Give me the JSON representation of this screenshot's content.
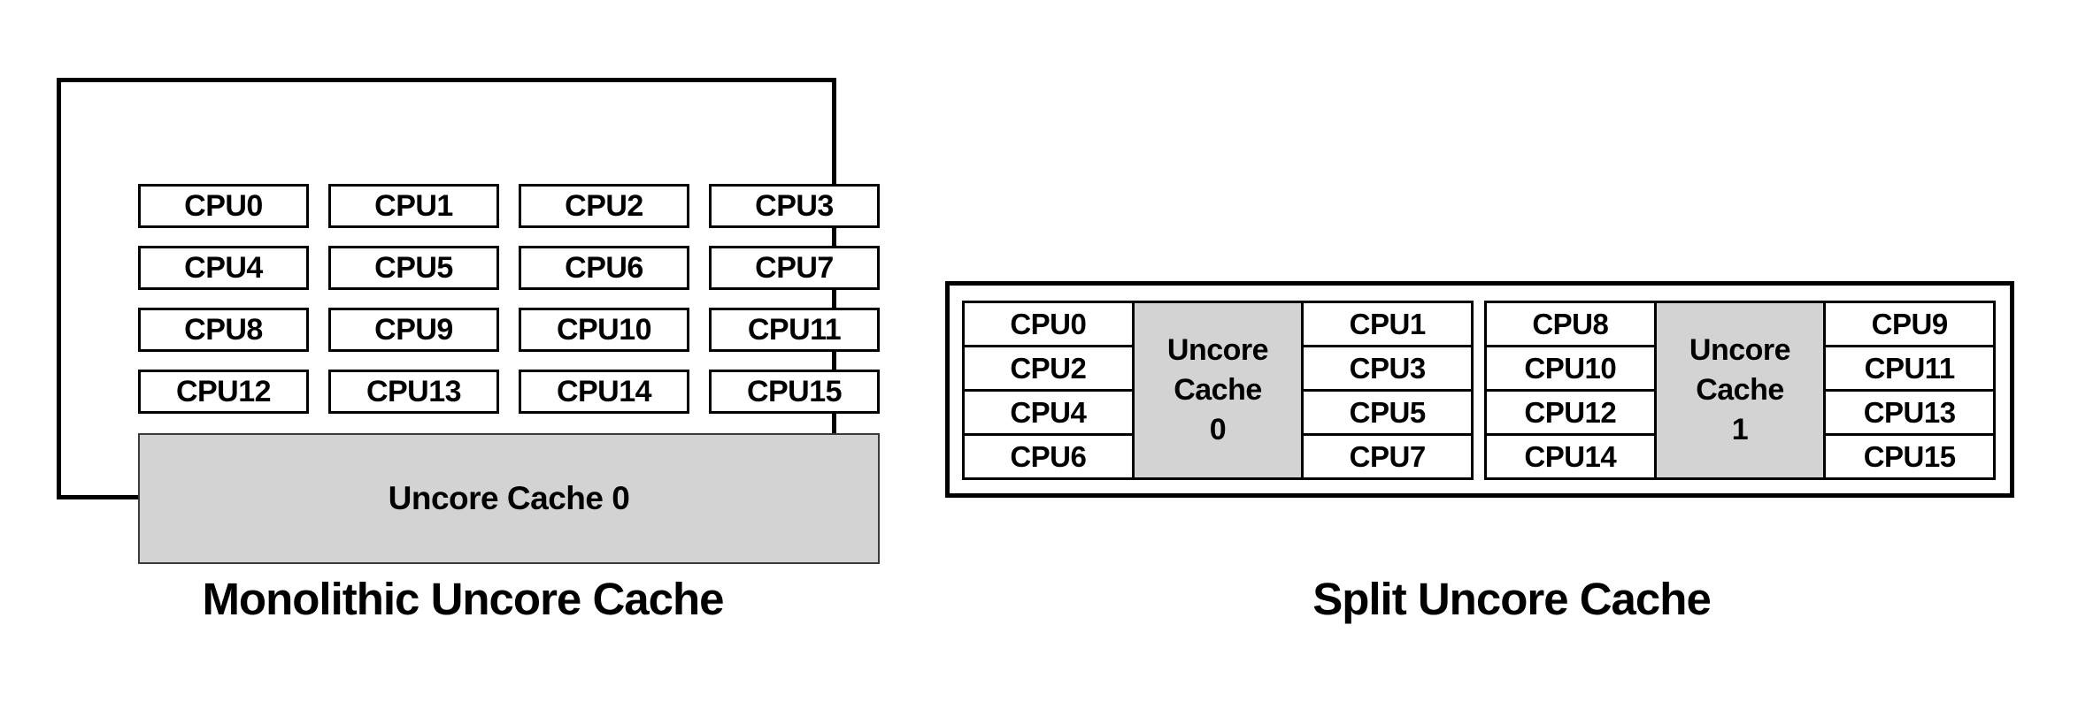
{
  "colors": {
    "cache_fill": "#d3d3d3",
    "border": "#000000",
    "background": "#ffffff"
  },
  "diagrams": [
    {
      "id": "monolithic",
      "caption": "Monolithic Uncore Cache",
      "cpus": [
        "CPU0",
        "CPU1",
        "CPU2",
        "CPU3",
        "CPU4",
        "CPU5",
        "CPU6",
        "CPU7",
        "CPU8",
        "CPU9",
        "CPU10",
        "CPU11",
        "CPU12",
        "CPU13",
        "CPU14",
        "CPU15"
      ],
      "cache_label": "Uncore Cache 0"
    },
    {
      "id": "split",
      "caption": "Split Uncore Cache",
      "clusters": [
        {
          "left_cpus": [
            "CPU0",
            "CPU2",
            "CPU4",
            "CPU6"
          ],
          "cache_lines": [
            "Uncore",
            "Cache",
            "0"
          ],
          "right_cpus": [
            "CPU1",
            "CPU3",
            "CPU5",
            "CPU7"
          ]
        },
        {
          "left_cpus": [
            "CPU8",
            "CPU10",
            "CPU12",
            "CPU14"
          ],
          "cache_lines": [
            "Uncore",
            "Cache",
            "1"
          ],
          "right_cpus": [
            "CPU9",
            "CPU11",
            "CPU13",
            "CPU15"
          ]
        }
      ]
    }
  ]
}
